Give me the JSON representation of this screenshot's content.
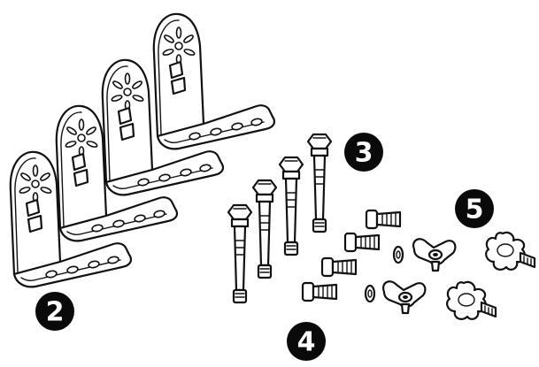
{
  "callouts": [
    {
      "id": "brackets",
      "label": "2"
    },
    {
      "id": "bolts",
      "label": "3"
    },
    {
      "id": "screws-washers",
      "label": "4"
    },
    {
      "id": "knobs-wingnuts",
      "label": "5"
    }
  ]
}
